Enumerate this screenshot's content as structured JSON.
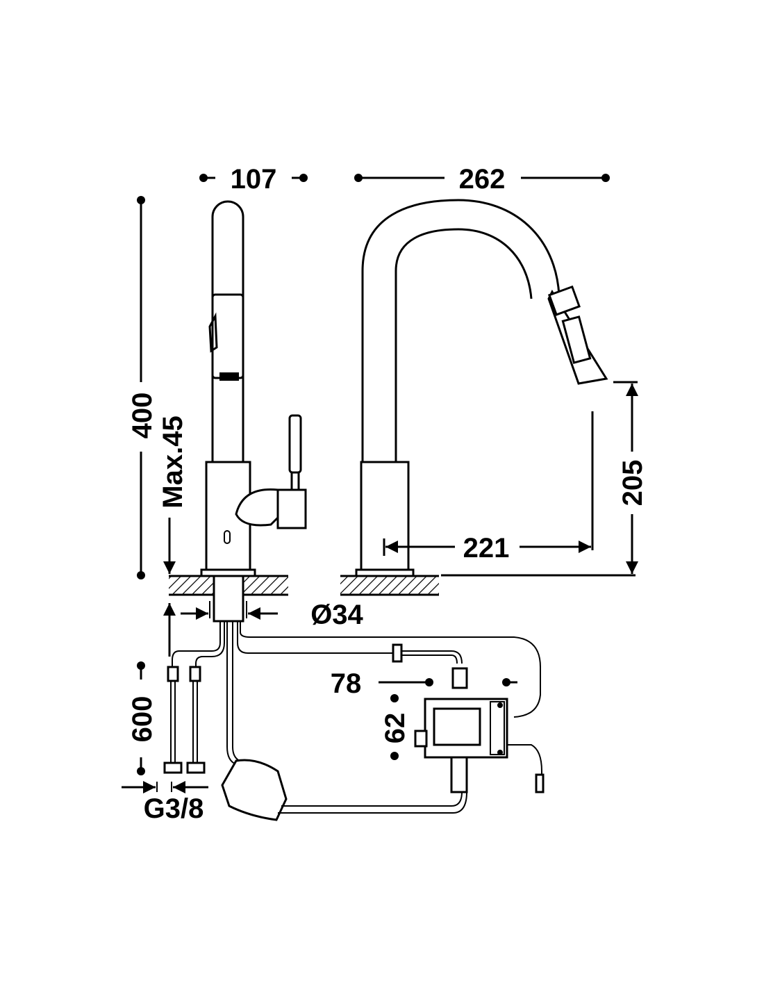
{
  "drawing": {
    "title": "Pull-out kitchen faucet dimension drawing",
    "line_color": "#000000",
    "background": "#ffffff"
  },
  "dimensions": {
    "spout_depth": "107",
    "spout_reach_total": "262",
    "total_height": "400",
    "max_counter_thickness": "Max.45",
    "spout_clearance_height": "205",
    "spout_reach": "221",
    "base_diameter": "Ø34",
    "hose_length": "600",
    "connection_thread": "G3/8",
    "control_box_width": "78",
    "control_box_height": "62"
  }
}
